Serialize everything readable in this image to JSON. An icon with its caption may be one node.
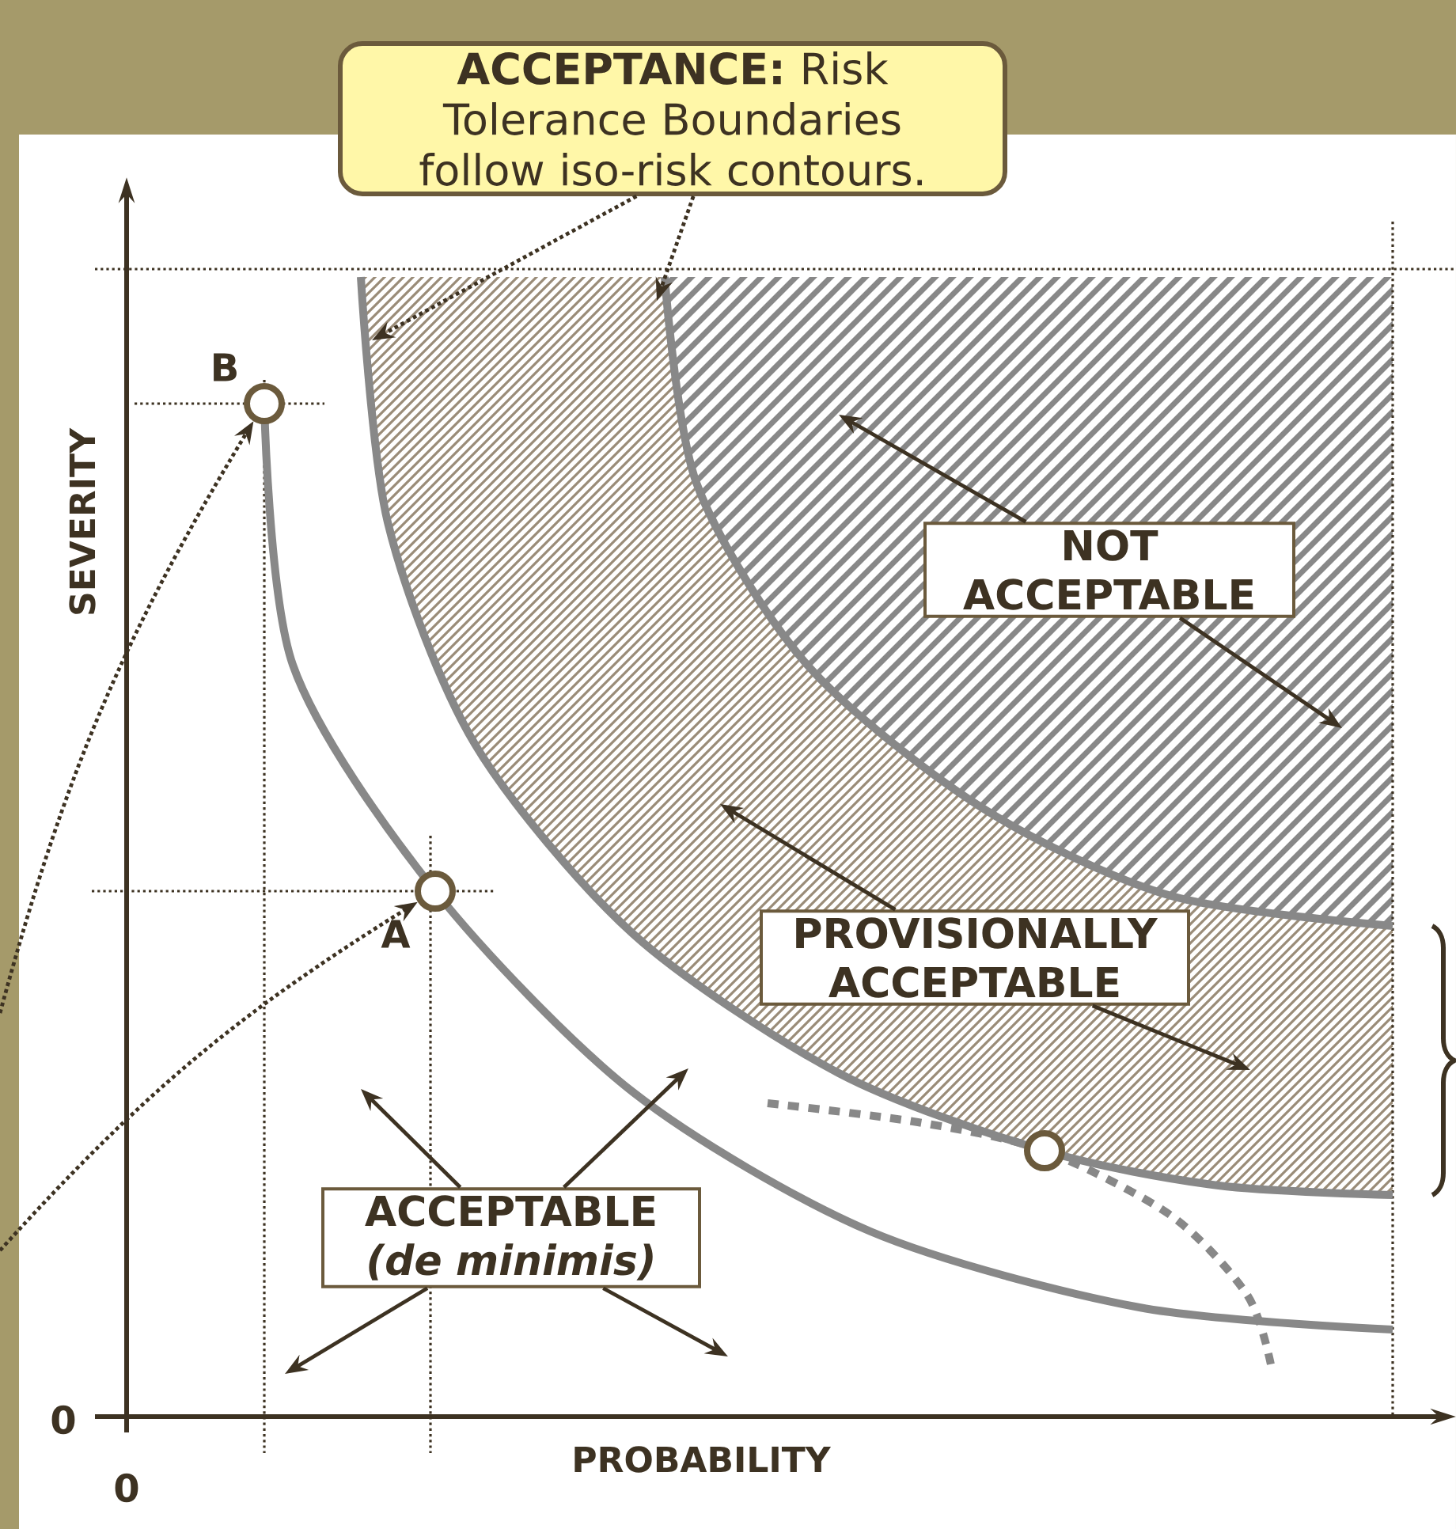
{
  "diagram": {
    "nodes": [
      {
        "text": [
          "**ACCEPTANCE:** Risk Tolerance Boundaries follow iso-risk contours."
        ]
      },
      {
        "text": [],
        "shape": "circle",
        "beside": [
          "B"
        ]
      },
      {
        "text": [
          "NOT ACCEPTABLE"
        ]
      },
      {
        "text": [],
        "shape": "circle",
        "beside": [
          "A"
        ]
      },
      {
        "text": [
          "PROVISIONALLY ACCEPTABLE"
        ]
      },
      {
        "text": [],
        "shape": "circle"
      },
      {
        "text": [
          "ACCEPTABLE *(de minimis)*"
        ]
      }
    ],
    "edges": [
      {
        "from": 0,
        "to": null,
        "arrow": "to",
        "style": "dashed"
      },
      {
        "from": 0,
        "to": null,
        "arrow": "to",
        "style": "dashed"
      },
      {
        "from": null,
        "to": 1,
        "arrow": "to",
        "style": "dashed"
      },
      {
        "from": null,
        "to": 3,
        "arrow": "to",
        "style": "dashed"
      },
      {
        "from": 2,
        "to": null,
        "arrow": "to"
      },
      {
        "from": 2,
        "to": null,
        "arrow": "to"
      },
      {
        "from": 4,
        "to": null,
        "arrow": "to"
      },
      {
        "from": 4,
        "to": null,
        "arrow": "to"
      },
      {
        "from": 6,
        "to": null,
        "arrow": "to"
      },
      {
        "from": 6,
        "to": null,
        "arrow": "to"
      },
      {
        "from": 6,
        "to": null,
        "arrow": "to"
      },
      {
        "from": 6,
        "to": null,
        "arrow": "to"
      }
    ],
    "labels": [
      "SEVERITY",
      "0",
      "0",
      "PROBABILITY"
    ]
  }
}
